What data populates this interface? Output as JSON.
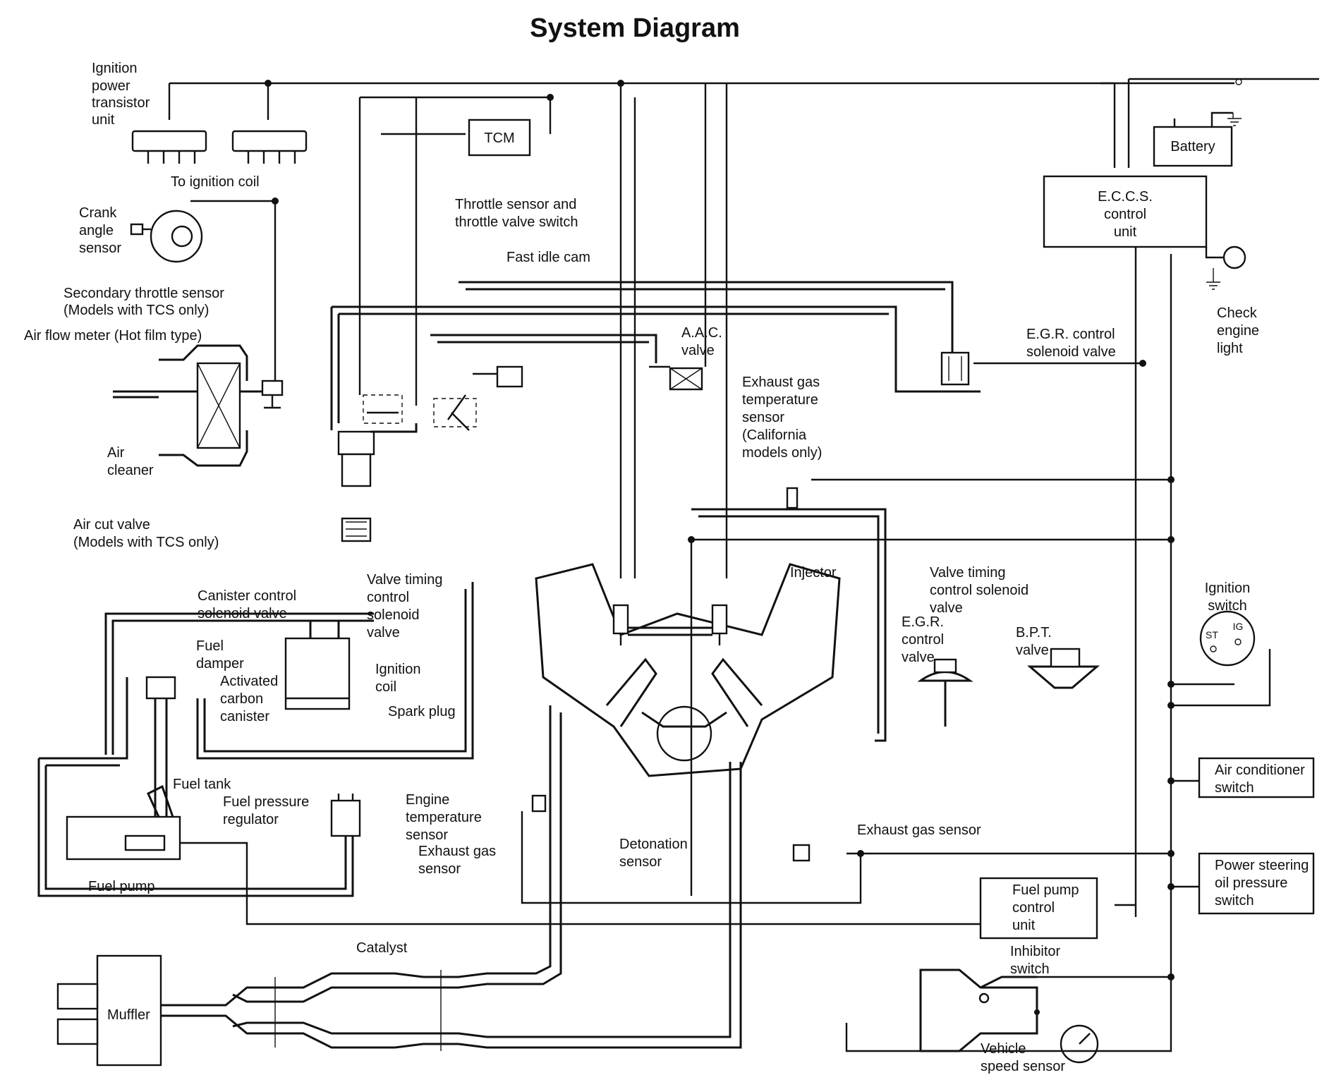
{
  "title": "System Diagram",
  "labels": {
    "ignition_power_transistor_unit": [
      "Ignition",
      "power",
      "transistor",
      "unit"
    ],
    "to_ignition_coil": "To ignition coil",
    "tcm": "TCM",
    "battery": "Battery",
    "eccs_control_unit": [
      "E.C.C.S.",
      "control",
      "unit"
    ],
    "crank_angle_sensor": [
      "Crank",
      "angle",
      "sensor"
    ],
    "throttle_sensor": [
      "Throttle sensor and",
      "throttle valve switch"
    ],
    "fast_idle_cam": "Fast idle cam",
    "secondary_throttle_sensor": [
      "Secondary throttle sensor",
      "(Models with TCS only)"
    ],
    "air_flow_meter": "Air flow meter (Hot film type)",
    "aac_valve": [
      "A.A.C.",
      "valve"
    ],
    "egr_control_solenoid_valve": [
      "E.G.R. control",
      "solenoid valve"
    ],
    "check_engine_light": [
      "Check",
      "engine",
      "light"
    ],
    "exhaust_gas_temperature_sensor": [
      "Exhaust gas",
      "temperature",
      "sensor",
      "(California",
      "models only)"
    ],
    "air_cleaner": [
      "Air",
      "cleaner"
    ],
    "air_cut_valve": [
      "Air cut valve",
      "(Models with TCS only)"
    ],
    "canister_control_solenoid_valve": [
      "Canister control",
      "solenoid valve"
    ],
    "valve_timing_left": [
      "Valve timing",
      "control",
      "solenoid",
      "valve"
    ],
    "injector": "Injector",
    "valve_timing_right": [
      "Valve timing",
      "control solenoid",
      "valve"
    ],
    "ignition_switch": [
      "Ignition",
      "switch"
    ],
    "ignition_switch_st": "ST",
    "ignition_switch_ig": "IG",
    "fuel_damper": [
      "Fuel",
      "damper"
    ],
    "activated_carbon_canister": [
      "Activated",
      "carbon",
      "canister"
    ],
    "ignition_coil": [
      "Ignition",
      "coil"
    ],
    "spark_plug": "Spark plug",
    "egr_control_valve": [
      "E.G.R.",
      "control",
      "valve"
    ],
    "bpt_valve": [
      "B.P.T.",
      "valve"
    ],
    "fuel_tank": "Fuel tank",
    "fuel_pressure_regulator": [
      "Fuel pressure",
      "regulator"
    ],
    "engine_temperature_sensor": [
      "Engine",
      "temperature",
      "sensor"
    ],
    "exhaust_gas_sensor_left": [
      "Exhaust gas",
      "sensor"
    ],
    "detonation_sensor": [
      "Detonation",
      "sensor"
    ],
    "exhaust_gas_sensor_right": "Exhaust gas sensor",
    "air_conditioner_switch": [
      "Air conditioner",
      "switch"
    ],
    "power_steering_switch": [
      "Power steering",
      "oil pressure",
      "switch"
    ],
    "fuel_pump": "Fuel pump",
    "fuel_pump_control_unit": [
      "Fuel pump",
      "control",
      "unit"
    ],
    "inhibitor_switch": [
      "Inhibitor",
      "switch"
    ],
    "catalyst": "Catalyst",
    "muffler": "Muffler",
    "vehicle_speed_sensor": [
      "Vehicle",
      "speed sensor"
    ]
  }
}
